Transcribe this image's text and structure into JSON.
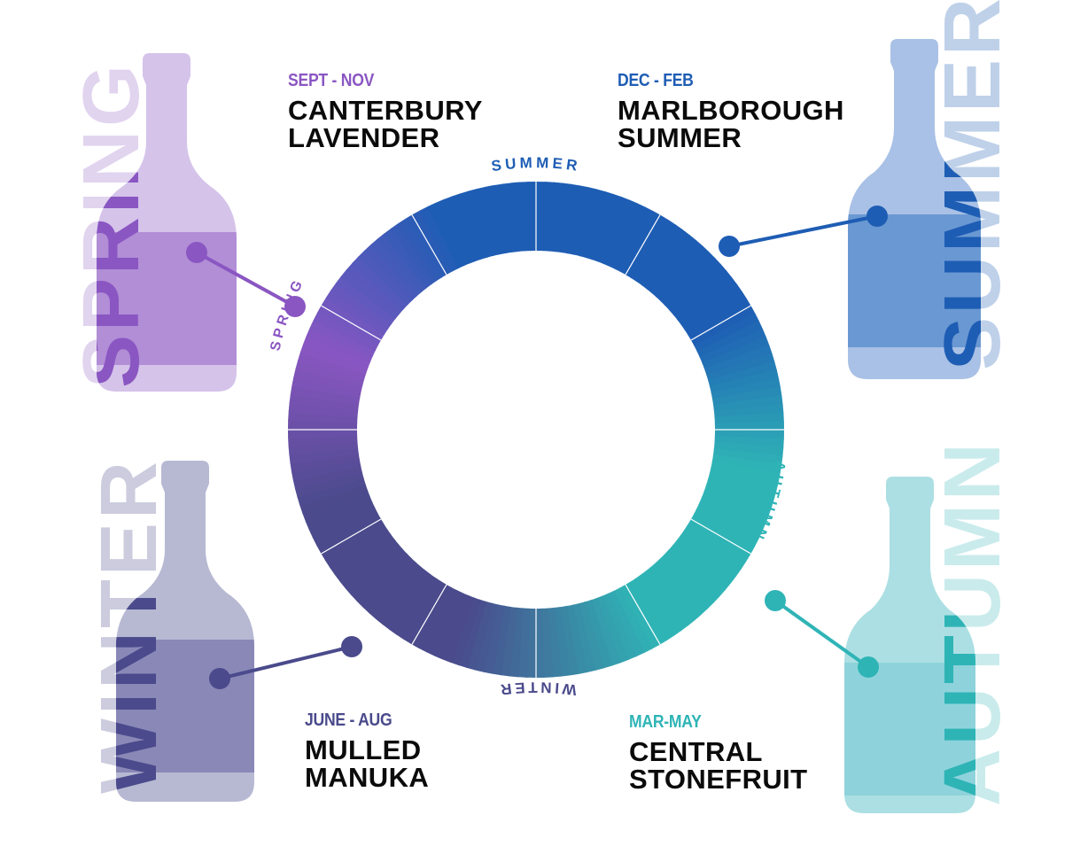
{
  "colors": {
    "spring": "#8a56c2",
    "summer": "#1e5db4",
    "autumn": "#2fb4b6",
    "winter": "#4a4a8c",
    "spring_bottle": "#d5c3ea",
    "spring_liquid": "#b18ed6",
    "summer_bottle": "#a9c1e6",
    "summer_liquid": "#6a98d2",
    "autumn_bottle": "#acdfe3",
    "autumn_liquid": "#8ed3db",
    "winter_bottle": "#b7b9d3",
    "winter_liquid": "#8a88b7",
    "text": "#0b0b0b"
  },
  "ring_labels": {
    "summer": "SUMMER",
    "autumn": "AUTUMN",
    "winter": "WINTER",
    "spring": "SPRING"
  },
  "bottle_words": {
    "spring": "SPRING",
    "summer": "SUMMER",
    "autumn": "AUTUMN",
    "winter": "WINTER"
  },
  "blocks": {
    "spring": {
      "months": "SEPT - NOV",
      "name_line1": "CANTERBURY",
      "name_line2": "LAVENDER"
    },
    "summer": {
      "months": "DEC - FEB",
      "name_line1": "MARLBOROUGH",
      "name_line2": "SUMMER"
    },
    "autumn": {
      "months": "MAR-MAY",
      "name_line1": "CENTRAL",
      "name_line2": "STONEFRUIT"
    },
    "winter": {
      "months": "JUNE - AUG",
      "name_line1": "MULLED",
      "name_line2": "MANUKA"
    }
  }
}
